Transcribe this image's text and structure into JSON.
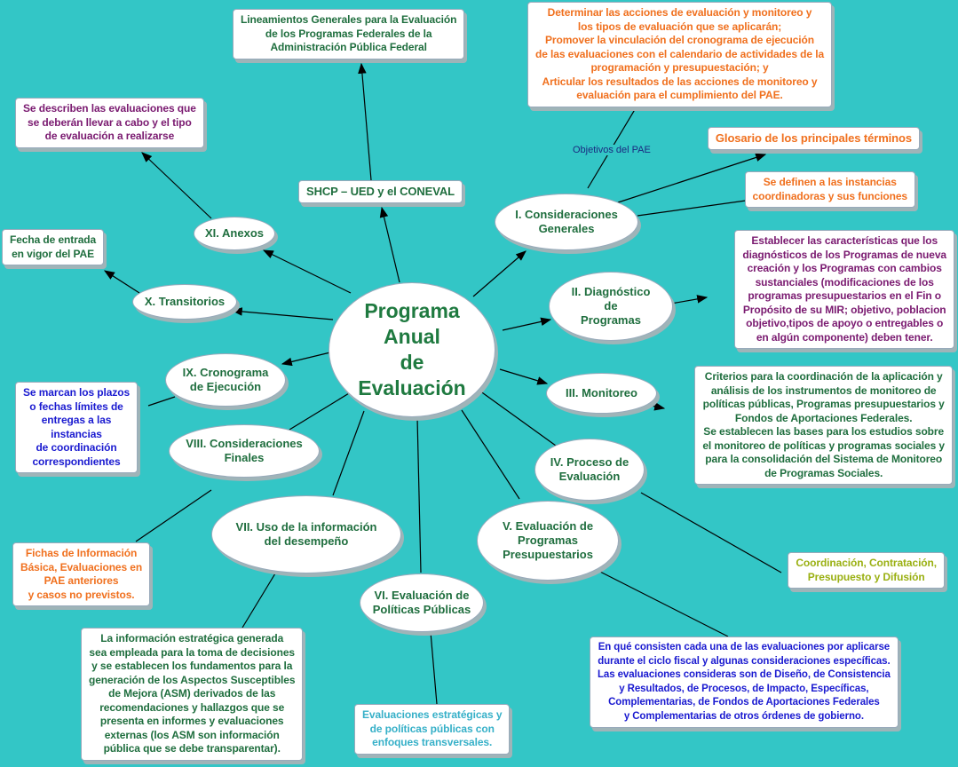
{
  "center": "Programa\nAnual\nde\nEvaluación",
  "sections": {
    "i": "I. Consideraciones\nGenerales",
    "ii": "II. Diagnóstico\nde\nProgramas",
    "iii": "III. Monitoreo",
    "iv": "IV. Proceso de\nEvaluación",
    "v": "V. Evaluación de\nProgramas\nPresupuestarios",
    "vi": "VI. Evaluación de\nPolíticas Públicas",
    "vii": "VII. Uso de la información\ndel desempeño",
    "viii": "VIII. Consideraciones\nFinales",
    "ix": "IX. Cronograma\nde Ejecución",
    "x": "X. Transitorios",
    "xi": "XI. Anexos",
    "shcp": "SHCP – UED y el CONEVAL"
  },
  "link_label": "Objetivos del PAE",
  "details": {
    "lineamientos": "Lineamientos Generales para la Evaluación\nde los Programas Federales de la\nAdministración Pública Federal",
    "objetivos": "Determinar las acciones de evaluación y monitoreo y\nlos tipos de evaluación que se aplicarán;\nPromover la vinculación del cronograma de ejecución\nde las evaluaciones con el calendario de actividades de la\nprogramación y presupuestación; y\nArticular los resultados de las acciones de monitoreo y\nevaluación para el cumplimiento del PAE.",
    "glosario": "Glosario de los principales términos",
    "instancias": "Se definen a las instancias\ncoordinadoras y sus funciones",
    "diagnostico": "Establecer las características que los\ndiagnósticos de los Programas de nueva\ncreación y los Programas con cambios\nsustanciales (modificaciones de los\nprogramas presupuestarios en el Fin o\nPropósito de su MIR; objetivo, poblacion\nobjetivo,tipos de apoyo o entregables o\nen algún componente) deben tener.",
    "monitoreo": "Criterios para la coordinación de la aplicación y\nanálisis de los instrumentos de monitoreo de\npolíticas públicas, Programas presupuestarios y\nFondos de Aportaciones Federales.\nSe establecen las bases para los estudios sobre\nel monitoreo de políticas y programas sociales y\npara la consolidación del Sistema de Monitoreo\nde Programas Sociales.",
    "proceso": "Coordinación, Contratación,\nPresupuesto y Difusión",
    "programas": "En qué consisten cada una de las evaluaciones por aplicarse\ndurante el ciclo fiscal y algunas consideraciones específicas.\nLas evaluaciones consideras son de Diseño, de Consistencia\ny Resultados, de Procesos, de Impacto, Específicas,\nComplementarias, de Fondos de Aportaciones Federales\ny Complementarias de otros órdenes de gobierno.",
    "politicas": "Evaluaciones estratégicas y\nde políticas públicas con\nenfoques transversales.",
    "uso": "La información estratégica generada\nsea empleada para la toma de decisiones\ny se establecen los fundamentos para la\ngeneración de los Aspectos Susceptibles\nde Mejora (ASM) derivados de las\nrecomendaciones y hallazgos que se\npresenta en informes y evaluaciones\nexternas (los ASM son información\npública que se debe transparentar).",
    "finales": "Fichas de Información\nBásica, Evaluaciones en\nPAE anteriores\ny casos no previstos.",
    "cronograma": "Se marcan los plazos\no fechas límites de\nentregas a las\ninstancias\nde coordinación\ncorrespondientes",
    "transitorios": "Fecha de entrada\nen vigor del PAE",
    "anexos": "Se describen las evaluaciones que\nse deberán llevar a cabo y el tipo\nde evaluación a realizarse"
  },
  "colors": {
    "background": "#33c6c6",
    "green": "#1f6e3e",
    "orange": "#f0701e",
    "purple": "#7a1a70",
    "blue": "#1a1ad0",
    "lime": "#9ab012",
    "teal": "#36b0c8"
  }
}
